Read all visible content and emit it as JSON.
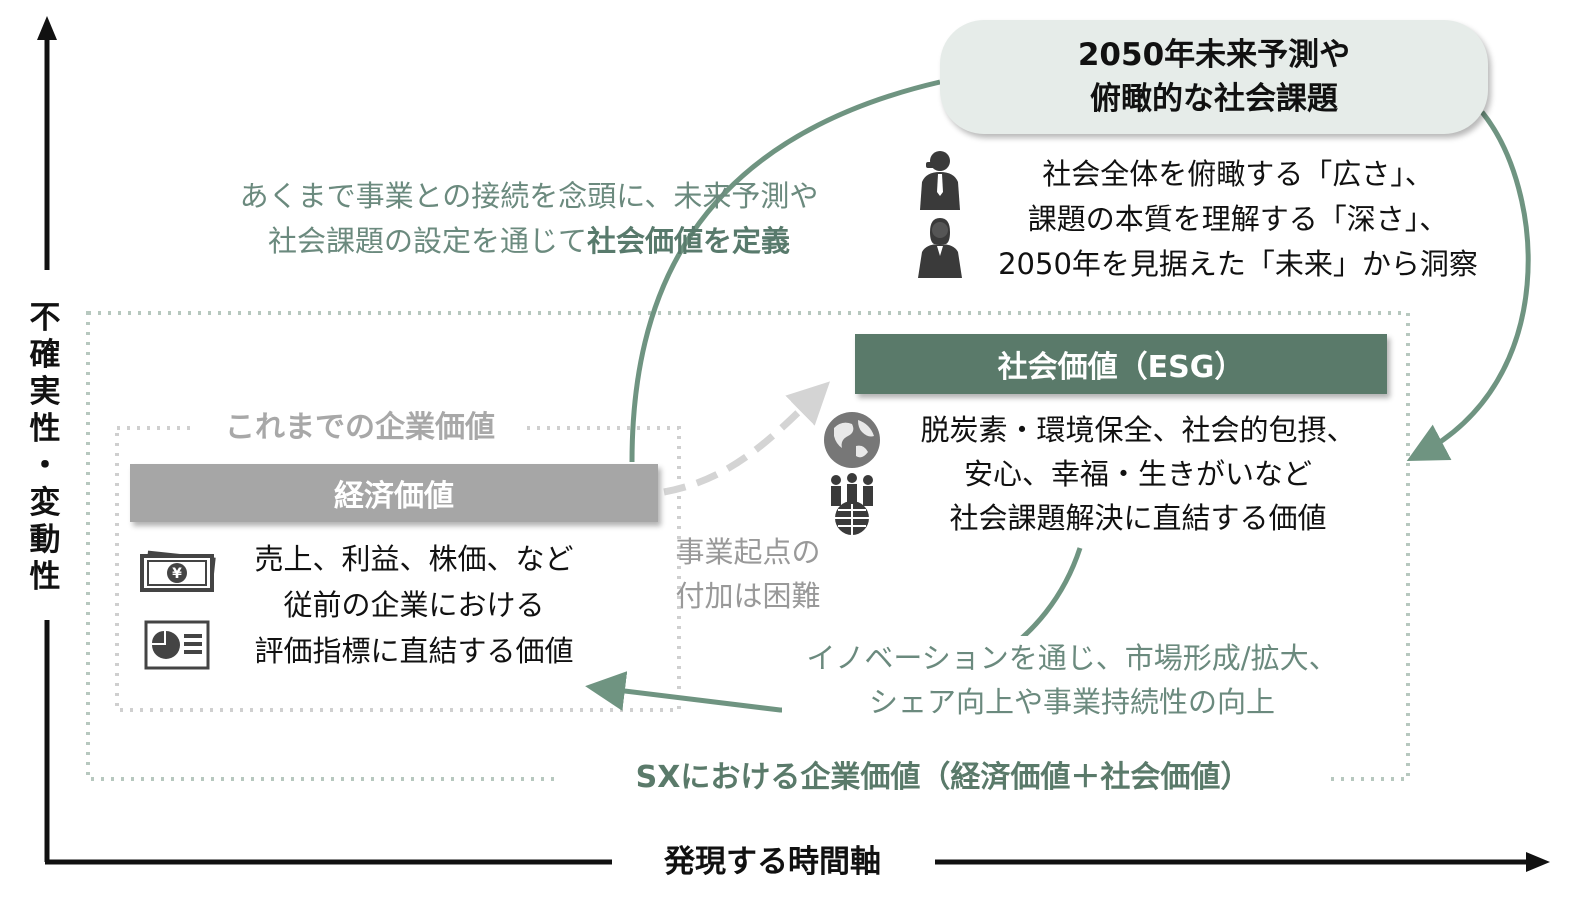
{
  "axes": {
    "y_label_chars": [
      "不",
      "確",
      "実",
      "性",
      "・",
      "変",
      "動",
      "性"
    ],
    "x_label": "発現する時間軸"
  },
  "future_box": {
    "line1": "2050年未来予測や",
    "line2": "俯瞰的な社会課題"
  },
  "persona_text": {
    "line1": "社会全体を俯瞰する「広さ」、",
    "line2": "課題の本質を理解する「深さ」、",
    "line3": "2050年を見据えた「未来」から洞察"
  },
  "define_social_value": {
    "line1": "あくまで事業との接続を念頭に、未来予測や",
    "line2_normal": "社会課題の設定を通じて",
    "line2_bold": "社会価値を定義"
  },
  "past_corporate_value": {
    "title": "これまでの企業価値",
    "bar_label": "経済価値",
    "line1": "売上、利益、株価、など",
    "line2": "従前の企業における",
    "line3": "評価指標に直結する価値"
  },
  "social_value": {
    "bar_label": "社会価値（ESG）",
    "line1": "脱炭素・環境保全、社会的包摂、",
    "line2": "安心、幸福・生きがいなど",
    "line3": "社会課題解決に直結する価値"
  },
  "difficult_note": {
    "line1": "事業起点の",
    "line2": "付加は困難"
  },
  "innovation_note": {
    "line1": "イノベーションを通じ、市場形成/拡大、",
    "line2": "シェア向上や事業持続性の向上"
  },
  "sx_value_label": "SXにおける企業価値（経済価値＋社会価値）",
  "colors": {
    "accent_green": "#5a7a6a",
    "arrow_green": "#6f9481",
    "gray_bar": "#a6a6a6",
    "future_box_bg": "#e6ece9"
  },
  "icons": [
    "yen-banknote-icon",
    "pie-chart-report-icon",
    "businessman-icon",
    "businesswoman-icon",
    "globe-icon",
    "people-on-globe-icon"
  ]
}
